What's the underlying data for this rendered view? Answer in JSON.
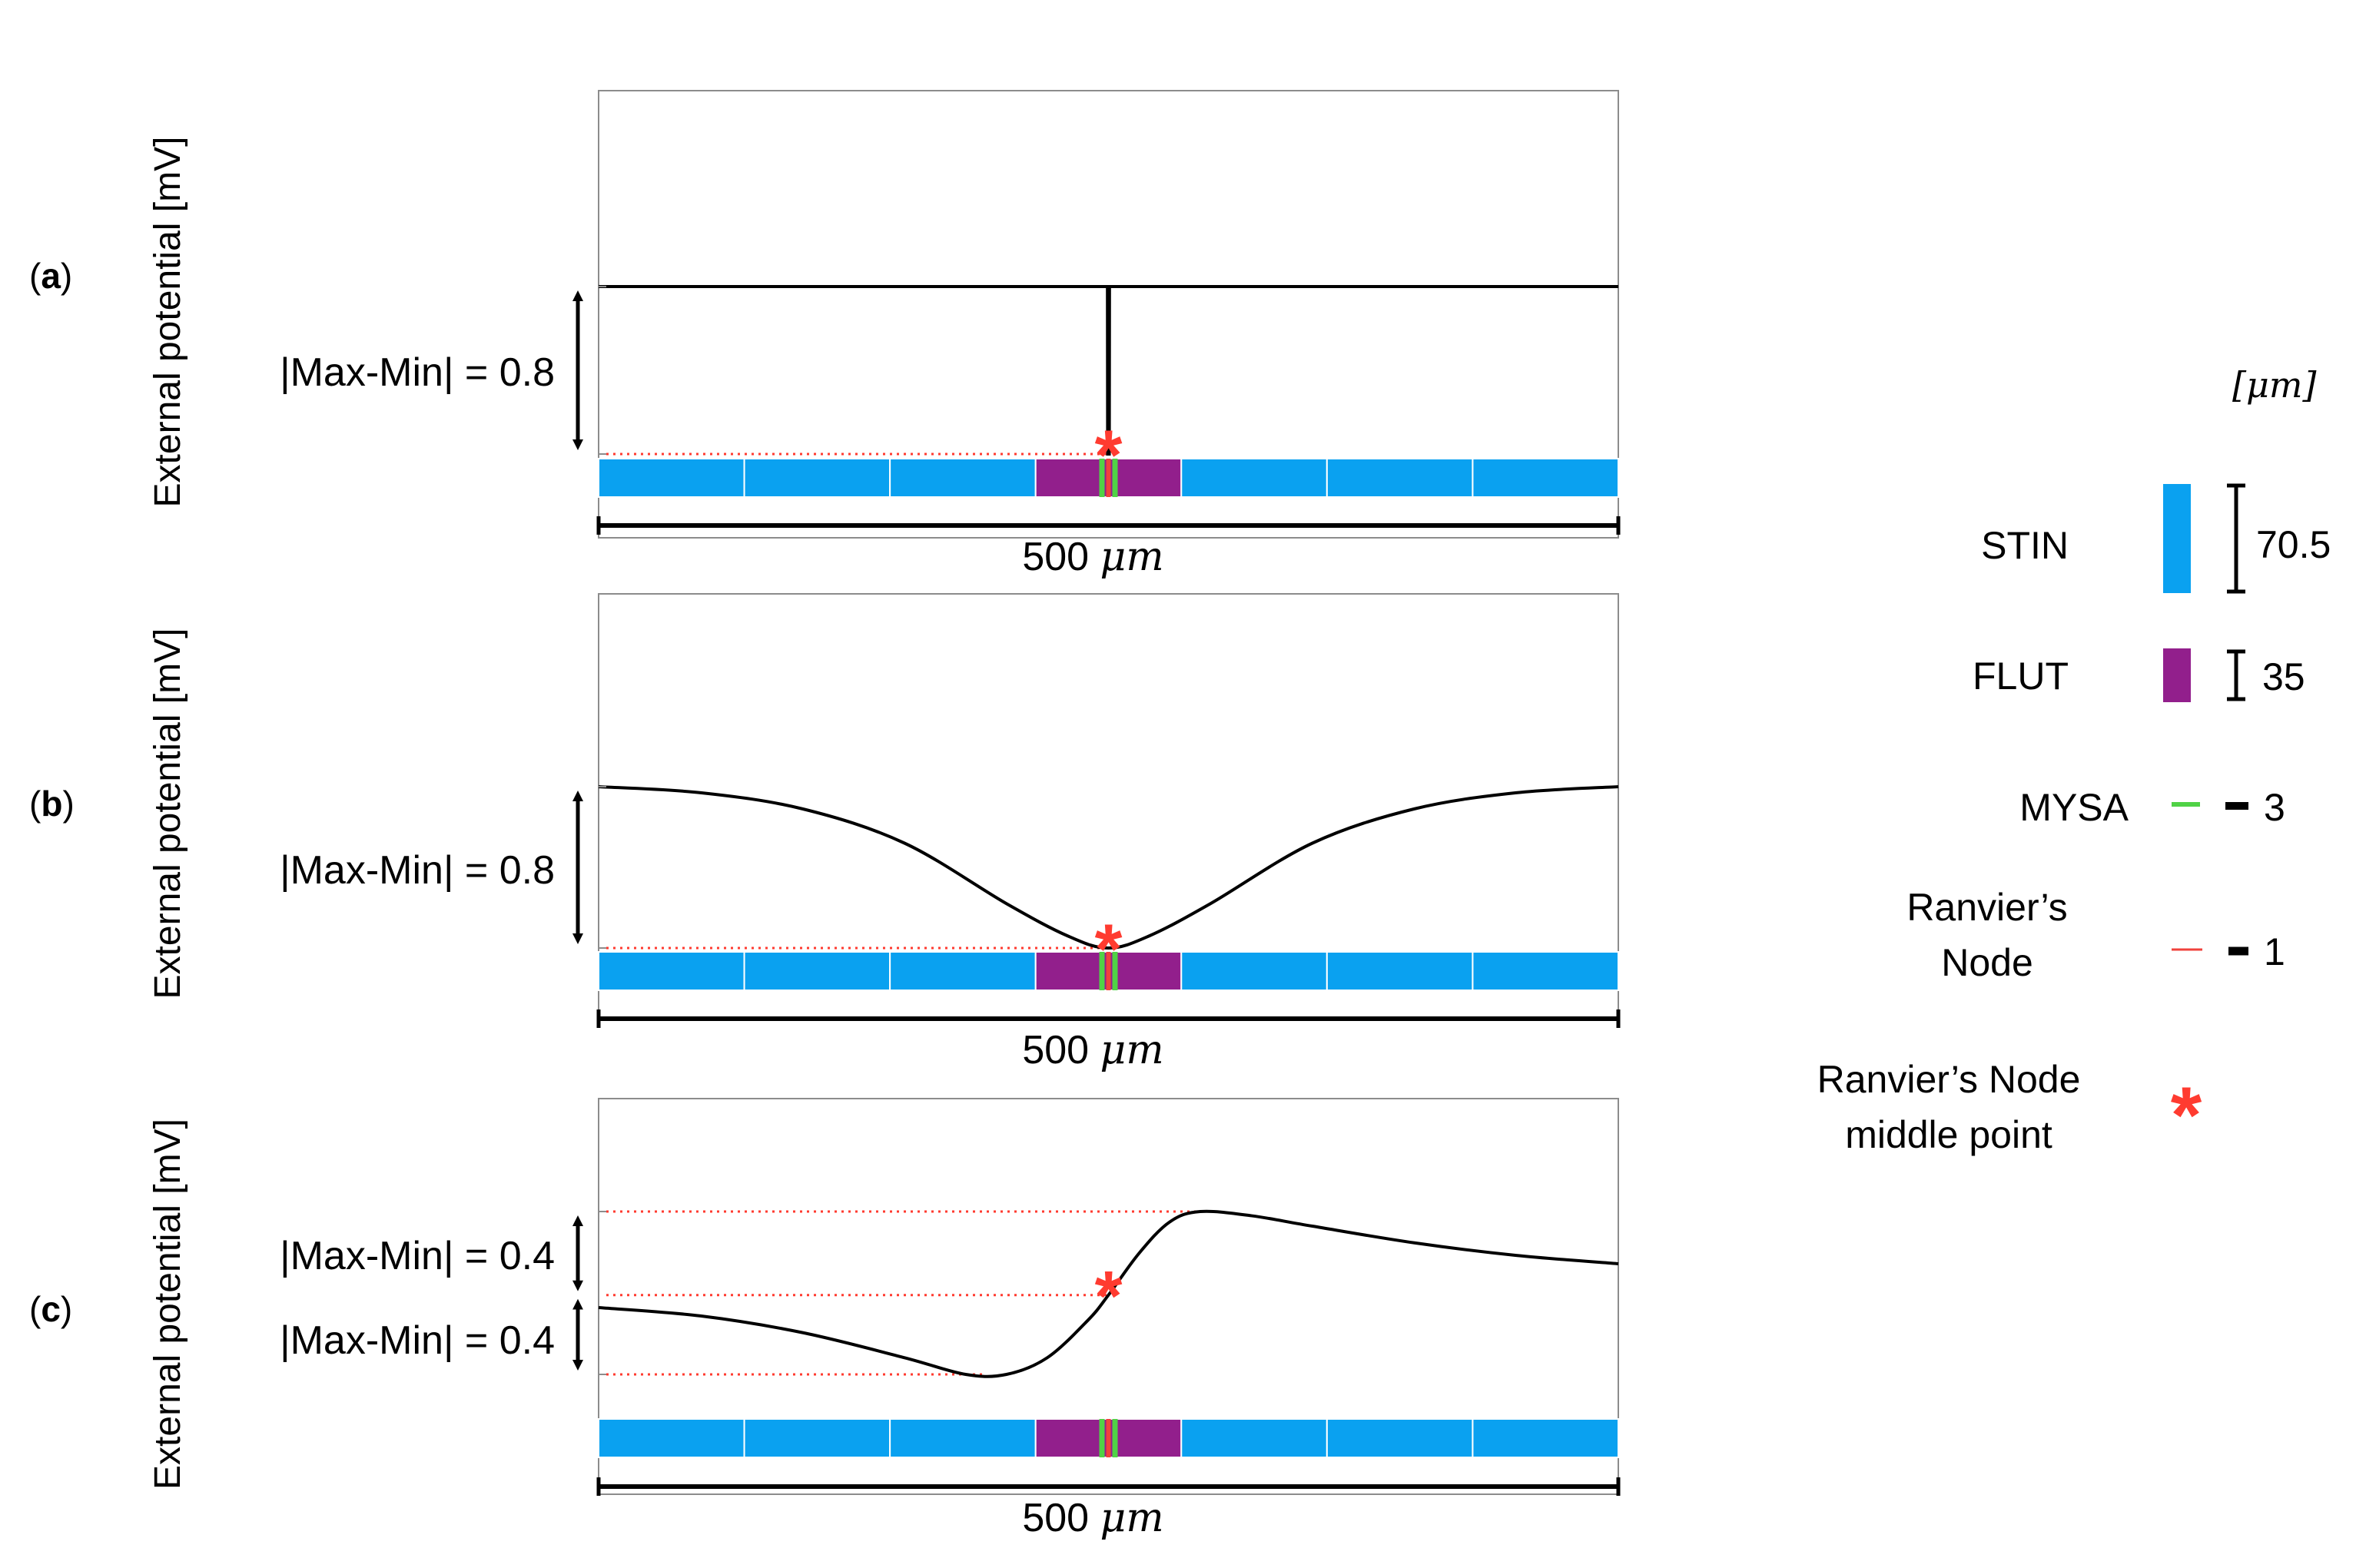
{
  "colors": {
    "stin": "#0aa1f0",
    "flut": "#921f8c",
    "mysa": "#50d246",
    "node": "#f0423c",
    "trace": "#000000",
    "guide": "#ff3b30"
  },
  "y_axis_label": "External potential [mV]",
  "scale_bar": {
    "value": "500",
    "unit": "μm"
  },
  "panels": [
    {
      "tag_open": "(",
      "tag_letter": "a",
      "tag_close": ")",
      "arrows": [
        "|Max-Min| = 0.8"
      ]
    },
    {
      "tag_open": "(",
      "tag_letter": "b",
      "tag_close": ")",
      "arrows": [
        "|Max-Min| = 0.8"
      ]
    },
    {
      "tag_open": "(",
      "tag_letter": "c",
      "tag_close": ")",
      "arrows": [
        "|Max-Min| = 0.4",
        "|Max-Min| = 0.4"
      ]
    }
  ],
  "legend": {
    "unit": "[μm]",
    "items": [
      {
        "label": "STIN",
        "size": "70.5",
        "color": "#0aa1f0"
      },
      {
        "label": "FLUT",
        "size": "35",
        "color": "#921f8c"
      },
      {
        "label": "MYSA",
        "size": "3",
        "color": "#50d246"
      },
      {
        "label_line1": "Ranvier’s",
        "label_line2": "Node",
        "size": "1",
        "color": "#f0423c"
      }
    ],
    "node_mid": {
      "line1": "Ranvier’s Node",
      "line2": "middle point",
      "symbol": "*"
    }
  },
  "chart_data": [
    {
      "type": "line",
      "title": "(a)",
      "ylabel": "External potential [mV]",
      "xlabel": "500 μm",
      "x_unit": "μm",
      "xlim": [
        0,
        500
      ],
      "grid": false,
      "series": [
        {
          "values": [
            [
              0,
              0.8
            ],
            [
              249.5,
              0.8
            ],
            [
              249.6,
              0
            ],
            [
              250.4,
              0
            ],
            [
              250.5,
              0.8
            ],
            [
              500,
              0.8
            ]
          ]
        }
      ],
      "annotations": [
        "|Max-Min| = 0.8"
      ]
    },
    {
      "type": "line",
      "title": "(b)",
      "ylabel": "External potential [mV]",
      "xlabel": "500 μm",
      "x_unit": "μm",
      "xlim": [
        0,
        500
      ],
      "grid": false,
      "series": [
        {
          "values": [
            [
              0,
              0.8
            ],
            [
              50,
              0.77
            ],
            [
              100,
              0.69
            ],
            [
              150,
              0.52
            ],
            [
              200,
              0.22
            ],
            [
              230,
              0.06
            ],
            [
              250,
              0
            ],
            [
              270,
              0.06
            ],
            [
              300,
              0.22
            ],
            [
              350,
              0.52
            ],
            [
              400,
              0.69
            ],
            [
              450,
              0.77
            ],
            [
              500,
              0.8
            ]
          ]
        }
      ],
      "annotations": [
        "|Max-Min| = 0.8"
      ]
    },
    {
      "type": "line",
      "title": "(c)",
      "ylabel": "External potential [mV]",
      "xlabel": "500 μm",
      "x_unit": "μm",
      "xlim": [
        0,
        500
      ],
      "grid": false,
      "series": [
        {
          "values": [
            [
              0,
              -0.06
            ],
            [
              50,
              -0.1
            ],
            [
              100,
              -0.18
            ],
            [
              150,
              -0.3
            ],
            [
              180,
              -0.38
            ],
            [
              200,
              -0.38
            ],
            [
              220,
              -0.3
            ],
            [
              240,
              -0.12
            ],
            [
              250,
              0
            ],
            [
              265,
              0.2
            ],
            [
              280,
              0.35
            ],
            [
              295,
              0.4
            ],
            [
              320,
              0.38
            ],
            [
              350,
              0.33
            ],
            [
              400,
              0.25
            ],
            [
              450,
              0.19
            ],
            [
              500,
              0.15
            ]
          ]
        }
      ],
      "annotations": [
        "|Max-Min| = 0.4",
        "|Max-Min| = 0.4"
      ]
    }
  ]
}
